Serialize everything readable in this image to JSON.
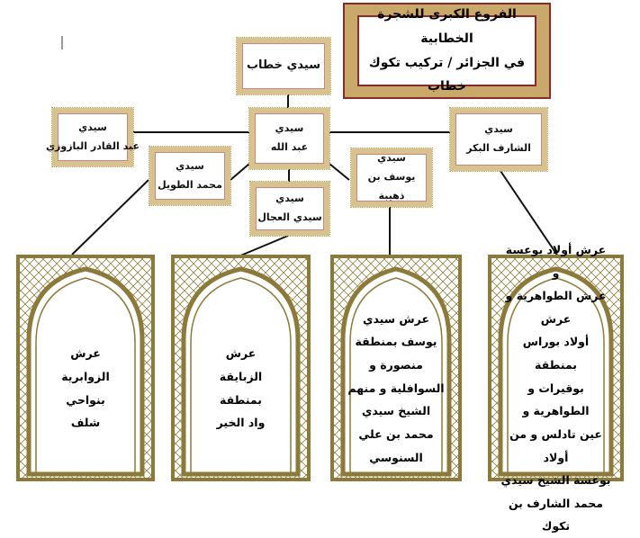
{
  "title": {
    "line1": "الفروع الكبرى للشجرة الخطابية",
    "line2": "في الجزائر / تركيب تكوك خطاب"
  },
  "nodes": {
    "root": {
      "name": "سيدي خطاب"
    },
    "abdallah": {
      "title": "سيدي",
      "name": "عبد الله"
    },
    "abdelkader": {
      "title": "سيدي",
      "name": "عبد القادر البازوزي"
    },
    "sharif": {
      "title": "سيدي",
      "name": "الشارف البكر"
    },
    "tawil": {
      "title": "سيدي",
      "name": "محمد الطويل"
    },
    "yusuf": {
      "title": "سيدي",
      "name": "يوسف بن ذهيبة"
    },
    "ajjal": {
      "title": "سيدي",
      "name": "سيدي العجال"
    }
  },
  "arches": [
    {
      "lines": [
        "عرش",
        "الزوابرية",
        "بنواحي",
        "شلف"
      ]
    },
    {
      "lines": [
        "عرش",
        "الزبايقة",
        "بمنطقة",
        "واد الخير"
      ]
    },
    {
      "lines": [
        "عرش سيدي",
        "يوسف بمنطقة",
        "منصورة و",
        "السوافلية و منهم",
        "الشيخ سيدي",
        "محمد بن علي",
        "السنوسي"
      ]
    },
    {
      "lines": [
        "عرش أولاد بوعسة و",
        "عرش الطواهرية و عرش",
        "أولاد بوراس بمنطقة",
        "بوقيرات و الطواهرية و",
        "عين تادلس و من أولاد",
        "بوعسة الشيخ سيدي",
        "محمد الشارف بن",
        "تكوك"
      ]
    }
  ],
  "colors": {
    "frame": "#8c7a3a",
    "node_border": "#d8c38e",
    "title_border": "#8a2a2a"
  }
}
